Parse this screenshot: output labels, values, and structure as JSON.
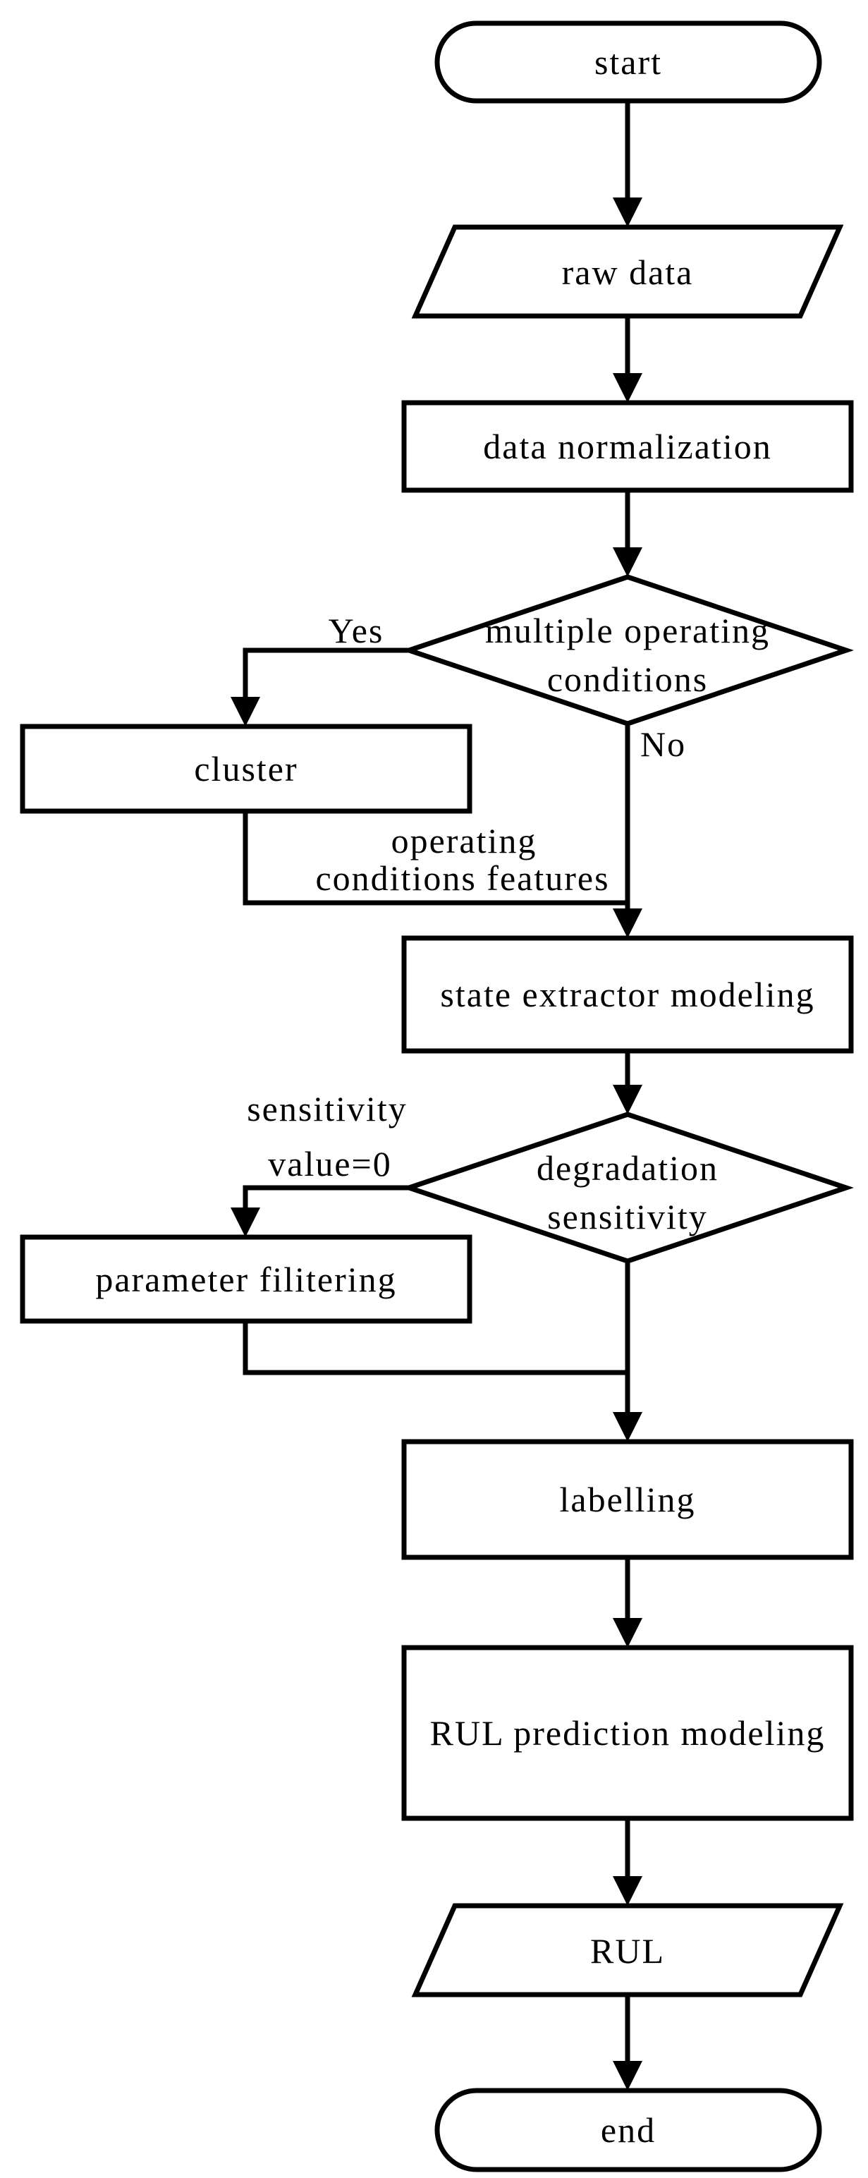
{
  "figure": {
    "type": "flowchart",
    "background_color": "#ffffff",
    "stroke_color": "#000000",
    "text_color": "#000000"
  },
  "flowchart": {
    "nodes": [
      {
        "id": "start",
        "shape": "stadium",
        "label": "start"
      },
      {
        "id": "raw_data",
        "shape": "parallelogram",
        "label": "raw data"
      },
      {
        "id": "data_normalization",
        "shape": "process",
        "label": "data normalization"
      },
      {
        "id": "multiple_operating_conditions",
        "shape": "decision",
        "label": "multiple operating conditions",
        "lines": [
          "multiple operating",
          "conditions"
        ]
      },
      {
        "id": "cluster",
        "shape": "process",
        "label": "cluster"
      },
      {
        "id": "state_extractor_modeling",
        "shape": "process",
        "label": "state extractor modeling"
      },
      {
        "id": "degradation_sensitivity",
        "shape": "decision",
        "label": "degradation sensitivity",
        "lines": [
          "degradation",
          "sensitivity"
        ]
      },
      {
        "id": "parameter_filitering",
        "shape": "process",
        "label": "parameter filitering"
      },
      {
        "id": "labelling",
        "shape": "process",
        "label": "labelling"
      },
      {
        "id": "rul_prediction_modeling",
        "shape": "process",
        "label": "RUL prediction modeling"
      },
      {
        "id": "rul",
        "shape": "parallelogram",
        "label": "RUL"
      },
      {
        "id": "end",
        "shape": "stadium",
        "label": "end"
      }
    ],
    "edges": [
      {
        "from": "start",
        "to": "raw_data",
        "label": ""
      },
      {
        "from": "raw_data",
        "to": "data_normalization",
        "label": ""
      },
      {
        "from": "data_normalization",
        "to": "multiple_operating_conditions",
        "label": ""
      },
      {
        "from": "multiple_operating_conditions",
        "to": "cluster",
        "label": "Yes"
      },
      {
        "from": "multiple_operating_conditions",
        "to": "state_extractor_modeling",
        "label": "No"
      },
      {
        "from": "cluster",
        "to": "state_extractor_modeling",
        "label": "operating conditions features",
        "lines": [
          "operating",
          "conditions features"
        ]
      },
      {
        "from": "state_extractor_modeling",
        "to": "degradation_sensitivity",
        "label": ""
      },
      {
        "from": "degradation_sensitivity",
        "to": "parameter_filitering",
        "label": "sensitivity value=0",
        "lines": [
          "sensitivity",
          "value=0"
        ]
      },
      {
        "from": "degradation_sensitivity",
        "to": "labelling",
        "label": ""
      },
      {
        "from": "parameter_filitering",
        "to": "labelling",
        "label": ""
      },
      {
        "from": "labelling",
        "to": "rul_prediction_modeling",
        "label": ""
      },
      {
        "from": "rul_prediction_modeling",
        "to": "rul",
        "label": ""
      },
      {
        "from": "rul",
        "to": "end",
        "label": ""
      }
    ]
  }
}
